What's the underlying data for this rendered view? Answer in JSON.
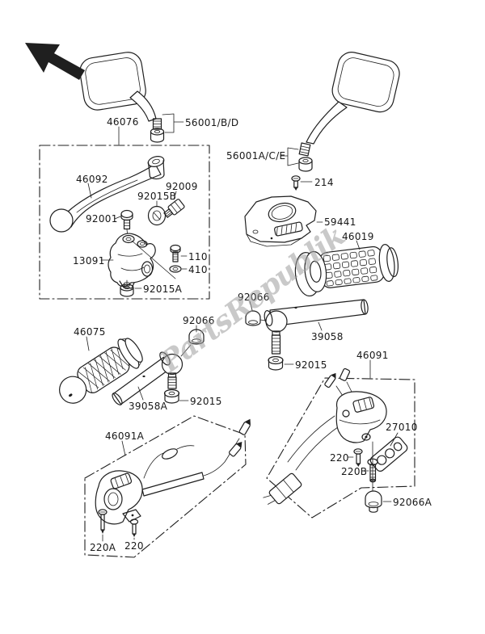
{
  "watermark": {
    "text": "PartsRepublik"
  },
  "figure": {
    "kind": "exploded-parts-diagram",
    "ink_color": "#1f1f1f",
    "watermark_color": "#9d9d9d",
    "direction_arrow": "points-upper-left"
  },
  "labels": [
    {
      "name": "part-label-46076",
      "text": "46076"
    },
    {
      "name": "part-label-56001-bd",
      "text": "56001/B/D"
    },
    {
      "name": "part-label-56001-ace",
      "text": "56001A/C/E"
    },
    {
      "name": "part-label-214",
      "text": "214"
    },
    {
      "name": "part-label-46092",
      "text": "46092"
    },
    {
      "name": "part-label-92009",
      "text": "92009"
    },
    {
      "name": "part-label-92015b",
      "text": "92015B"
    },
    {
      "name": "part-label-92001",
      "text": "92001"
    },
    {
      "name": "part-label-13091",
      "text": "13091"
    },
    {
      "name": "part-label-110",
      "text": "110"
    },
    {
      "name": "part-label-410",
      "text": "410"
    },
    {
      "name": "part-label-92015a",
      "text": "92015A"
    },
    {
      "name": "part-label-59441",
      "text": "59441"
    },
    {
      "name": "part-label-46019",
      "text": "46019"
    },
    {
      "name": "part-label-92066-right",
      "text": "92066"
    },
    {
      "name": "part-label-39058",
      "text": "39058"
    },
    {
      "name": "part-label-92015-right",
      "text": "92015"
    },
    {
      "name": "part-label-46091",
      "text": "46091"
    },
    {
      "name": "part-label-46075",
      "text": "46075"
    },
    {
      "name": "part-label-92066-left",
      "text": "92066"
    },
    {
      "name": "part-label-39058a",
      "text": "39058A"
    },
    {
      "name": "part-label-92015-left",
      "text": "92015"
    },
    {
      "name": "part-label-46091a",
      "text": "46091A"
    },
    {
      "name": "part-label-220a",
      "text": "220A"
    },
    {
      "name": "part-label-220-left",
      "text": "220"
    },
    {
      "name": "part-label-27010",
      "text": "27010"
    },
    {
      "name": "part-label-220-right",
      "text": "220"
    },
    {
      "name": "part-label-220b",
      "text": "220B"
    },
    {
      "name": "part-label-92066a",
      "text": "92066A"
    }
  ]
}
